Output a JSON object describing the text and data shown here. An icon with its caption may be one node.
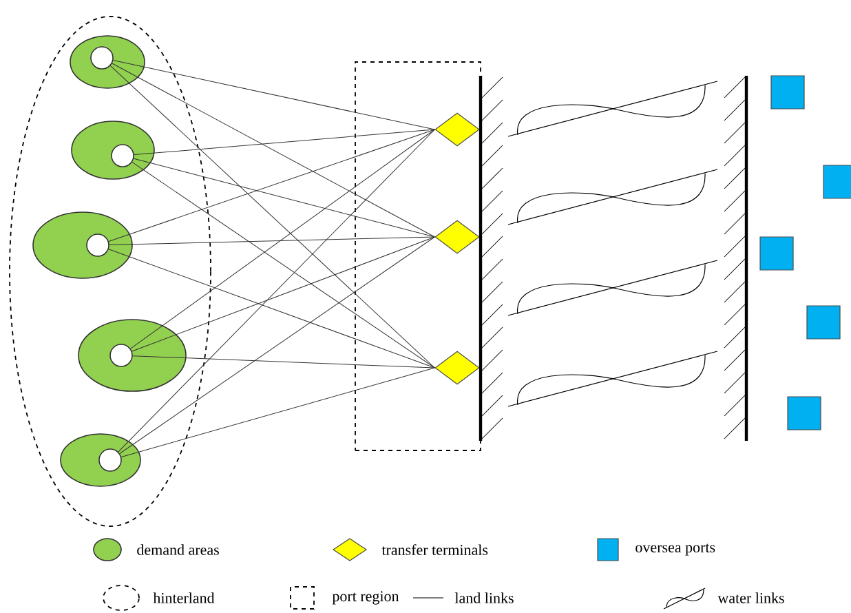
{
  "diagram": {
    "nodes": [
      {
        "text": [],
        "shape": "ellipse"
      },
      {
        "text": [],
        "shape": "box"
      },
      {
        "text": [],
        "shape": "ellipse",
        "in": 0
      },
      {
        "text": [],
        "shape": "ellipse",
        "in": 0
      },
      {
        "text": [],
        "shape": "ellipse",
        "in": 0
      },
      {
        "text": [],
        "shape": "ellipse",
        "in": 0
      },
      {
        "text": [],
        "shape": "ellipse",
        "in": 0
      },
      {
        "text": [],
        "shape": "diamond",
        "in": 1
      },
      {
        "text": [],
        "shape": "diamond",
        "in": 1
      },
      {
        "text": [],
        "shape": "diamond",
        "in": 1
      },
      {
        "text": [],
        "shape": "box"
      },
      {
        "text": [],
        "shape": "box"
      },
      {
        "text": [],
        "shape": "box"
      },
      {
        "text": [],
        "shape": "box"
      },
      {
        "text": [],
        "shape": "box"
      }
    ],
    "edges": [
      {
        "from": 2,
        "to": 7,
        "arrow": "none"
      },
      {
        "from": 2,
        "to": 8,
        "arrow": "none"
      },
      {
        "from": 2,
        "to": 9,
        "arrow": "none"
      },
      {
        "from": 3,
        "to": 7,
        "arrow": "none"
      },
      {
        "from": 3,
        "to": 8,
        "arrow": "none"
      },
      {
        "from": 3,
        "to": 9,
        "arrow": "none"
      },
      {
        "from": 4,
        "to": 7,
        "arrow": "none"
      },
      {
        "from": 4,
        "to": 8,
        "arrow": "none"
      },
      {
        "from": 4,
        "to": 9,
        "arrow": "none"
      },
      {
        "from": 5,
        "to": 7,
        "arrow": "none"
      },
      {
        "from": 5,
        "to": 8,
        "arrow": "none"
      },
      {
        "from": 5,
        "to": 9,
        "arrow": "none"
      },
      {
        "from": 6,
        "to": 7,
        "arrow": "none"
      },
      {
        "from": 6,
        "to": 8,
        "arrow": "none"
      },
      {
        "from": 6,
        "to": 9,
        "arrow": "none"
      }
    ],
    "legend": [
      {
        "text": "demand areas",
        "color": "#92d050"
      },
      {
        "text": "transfer terminals",
        "color": "#ffff00"
      },
      {
        "text": "oversea ports",
        "color": "#00b0f0"
      },
      {
        "text": "hinterland"
      },
      {
        "text": "port region"
      },
      {
        "text": "land links"
      },
      {
        "text": "water links"
      }
    ]
  }
}
